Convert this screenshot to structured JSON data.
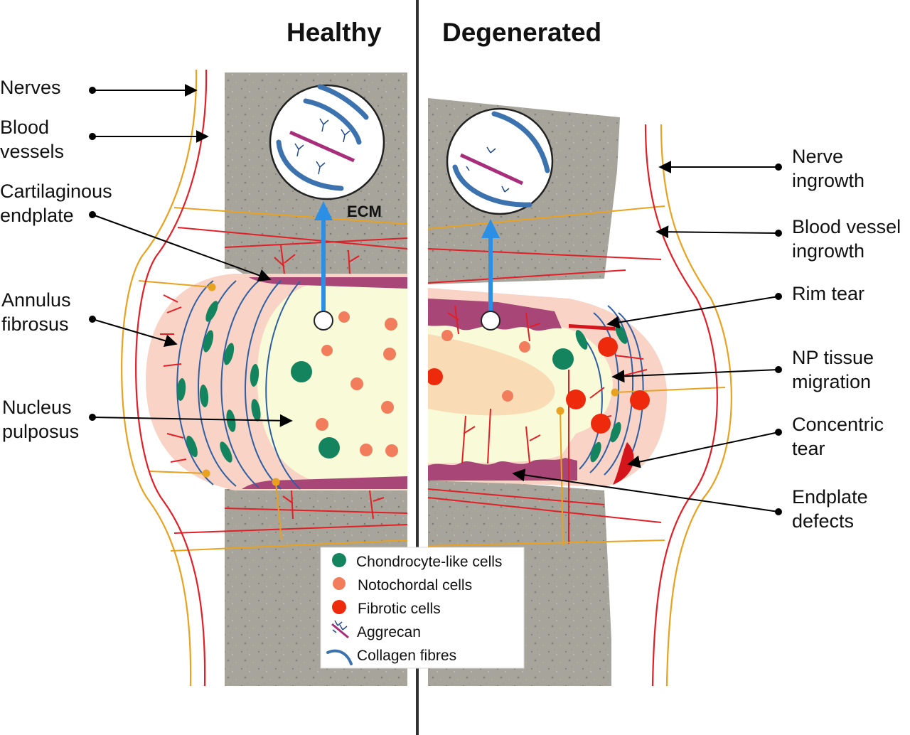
{
  "headings": {
    "healthy": "Healthy",
    "degenerated": "Degenerated"
  },
  "ecm_label": "ECM",
  "left_labels": {
    "nerves": [
      "Nerves"
    ],
    "blood_vessels": [
      "Blood",
      "vessels"
    ],
    "cartilaginous_endplate": [
      "Cartilaginous",
      "endplate"
    ],
    "annulus_fibrosus": [
      "Annulus",
      "fibrosus"
    ],
    "nucleus_pulposus": [
      "Nucleus",
      "pulposus"
    ]
  },
  "right_labels": {
    "nerve_ingrowth": [
      "Nerve",
      "ingrowth"
    ],
    "blood_vessel_ingrowth": [
      "Blood vessel",
      "ingrowth"
    ],
    "rim_tear": [
      "Rim tear"
    ],
    "np_tissue_migration": [
      "NP tissue",
      "migration"
    ],
    "concentric_tear": [
      "Concentric",
      "tear"
    ],
    "endplate_defects": [
      "Endplate",
      "defects"
    ]
  },
  "legend": {
    "chondrocyte": "Chondrocyte-like cells",
    "notochordal": "Notochordal cells",
    "fibrotic": "Fibrotic cells",
    "aggrecan": "Aggrecan",
    "collagen": "Collagen fibres"
  },
  "colors": {
    "bone": "#a7a49b",
    "annulus": "#f8d3c6",
    "nucleus": "#f9fad7",
    "endplate": "#a84677",
    "chondrocyte": "#14845f",
    "notochordal": "#f27d5c",
    "fibrotic": "#ee2a0c",
    "nerve": "#e9a21f",
    "vessel": "#e21f26",
    "collagen": "#2d5fa4",
    "ecm_arrow": "#2b8fe6",
    "aggrecan_core": "#a82d7a"
  }
}
